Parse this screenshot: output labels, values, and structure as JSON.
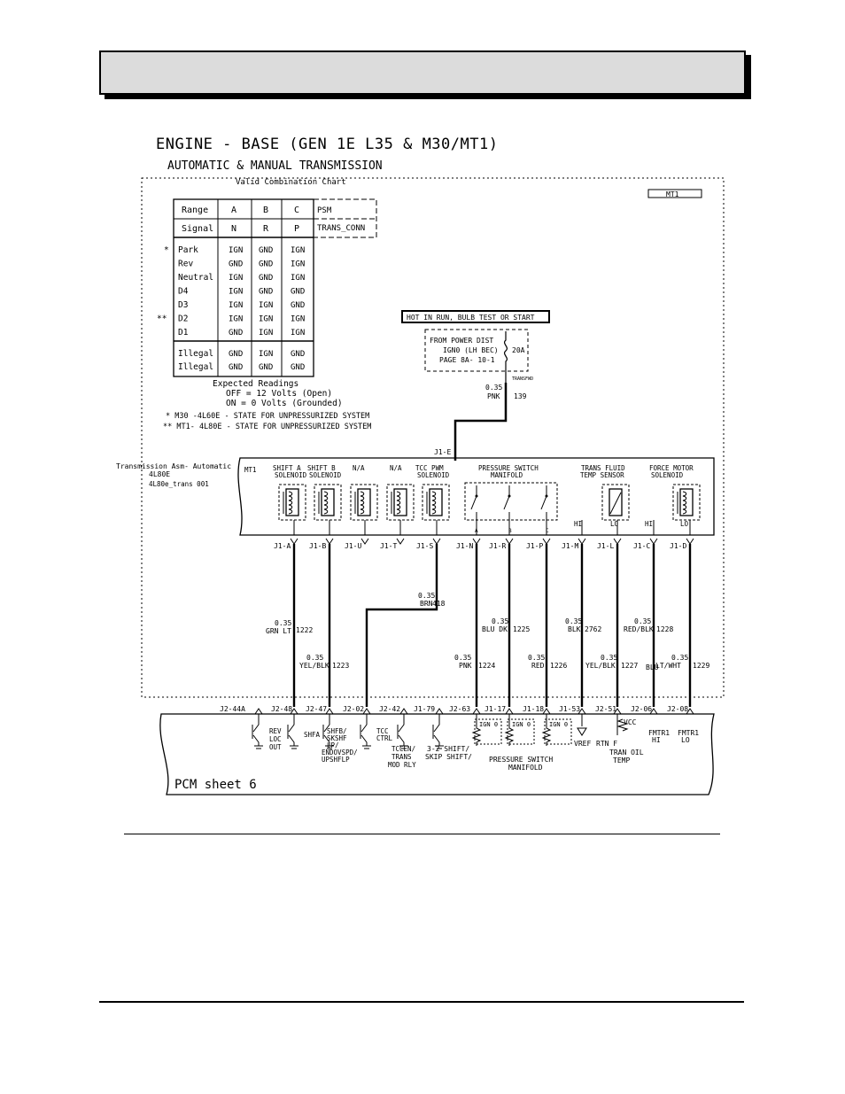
{
  "diagram": {
    "title_main": "ENGINE - BASE (GEN 1E L35 & M30/MT1)",
    "title_sub": "AUTOMATIC & MANUAL TRANSMISSION",
    "chart_caption": "Valid Combination Chart",
    "option_tag": "MT1",
    "combo_table": {
      "row_label_range": "Range",
      "row_label_signal": "Signal",
      "columns": [
        "A",
        "B",
        "C"
      ],
      "signals": [
        "N",
        "R",
        "P"
      ],
      "side_labels": [
        "PSM",
        "TRANS_CONN"
      ],
      "rows": [
        {
          "mark": "*",
          "name": "Park",
          "values": [
            "IGN",
            "GND",
            "IGN"
          ]
        },
        {
          "mark": "",
          "name": "Rev",
          "values": [
            "GND",
            "GND",
            "IGN"
          ]
        },
        {
          "mark": "",
          "name": "Neutral",
          "values": [
            "IGN",
            "GND",
            "IGN"
          ]
        },
        {
          "mark": "",
          "name": "D4",
          "values": [
            "IGN",
            "GND",
            "GND"
          ]
        },
        {
          "mark": "",
          "name": "D3",
          "values": [
            "IGN",
            "IGN",
            "GND"
          ]
        },
        {
          "mark": "**",
          "name": "D2",
          "values": [
            "IGN",
            "IGN",
            "IGN"
          ]
        },
        {
          "mark": "",
          "name": "D1",
          "values": [
            "GND",
            "IGN",
            "IGN"
          ]
        }
      ],
      "illegal_rows": [
        {
          "name": "Illegal",
          "values": [
            "GND",
            "IGN",
            "GND"
          ]
        },
        {
          "name": "Illegal",
          "values": [
            "GND",
            "GND",
            "GND"
          ]
        }
      ],
      "expected_title": "Expected Readings",
      "expected_off": "OFF = 12 Volts (Open)",
      "expected_on": "ON = 0 Volts (Grounded)",
      "note1": "* M30 -4L60E - STATE FOR UNPRESSURIZED SYSTEM",
      "note2": "** MT1- 4L80E - STATE FOR UNPRESSURIZED SYSTEM"
    },
    "power": {
      "hot_label": "HOT IN RUN, BULB TEST OR START",
      "from": "FROM POWER DIST",
      "ign": "IGN0 (LH BEC)",
      "page": "PAGE 8A- 10-1",
      "fuse": "20A",
      "fuse_tag": "TRANSFWD",
      "wire_size": "0.35",
      "wire_color": "PNK",
      "wire_circuit": "139"
    },
    "connector_top": "J1-E",
    "trans_assembly": {
      "label": "Transmission Asm- Automatic",
      "model": "4L80E",
      "model2": "4L80e_trans 001",
      "tag": "MT1",
      "components": [
        {
          "l1": "SHIFT A",
          "l2": "SOLENOID"
        },
        {
          "l1": "SHIFT B",
          "l2": "SOLENOID"
        },
        {
          "l1": "N/A",
          "l2": ""
        },
        {
          "l1": "N/A",
          "l2": ""
        },
        {
          "l1": "TCC PWM",
          "l2": "SOLENOID"
        },
        {
          "l1": "PRESSURE SWITCH",
          "l2": "MANIFOLD"
        },
        {
          "l1": "TRANS FLUID",
          "l2": "TEMP SENSOR"
        },
        {
          "l1": "FORCE MOTOR",
          "l2": "SOLENOID"
        }
      ],
      "pin_hi_1": "HI",
      "pin_lo_1": "LO",
      "pin_hi_2": "HI",
      "pin_lo_2": "LO",
      "psm_pins": [
        "A",
        "B",
        "C"
      ]
    },
    "j1_pins": [
      "J1-A",
      "J1-B",
      "J1-U",
      "J1-T",
      "J1-S",
      "J1-N",
      "J1-R",
      "J1-P",
      "J1-M",
      "J1-L",
      "J1-C",
      "J1-D"
    ],
    "j2_pins": [
      "J2-44A",
      "J2-48",
      "J2-47",
      "J2-02",
      "J2-42",
      "J1-79",
      "J2-63",
      "J1-17",
      "J1-18",
      "J1-53",
      "J2-51",
      "J2-06",
      "J2-08"
    ],
    "wires": [
      {
        "size": "0.35",
        "color": "GRN LT",
        "circuit": "1222"
      },
      {
        "size": "0.35",
        "color": "YEL/BLK",
        "circuit": "1223"
      },
      {
        "size": "0.35",
        "color": "BRN",
        "circuit": "418"
      },
      {
        "size": "0.35",
        "color": "PNK",
        "circuit": "1224"
      },
      {
        "size": "0.35",
        "color": "BLU DK",
        "circuit": "1225"
      },
      {
        "size": "0.35",
        "color": "RED",
        "circuit": "1226"
      },
      {
        "size": "0.35",
        "color": "BLK",
        "circuit": "2762"
      },
      {
        "size": "0.35",
        "color": "YEL/BLK",
        "circuit": "1227"
      },
      {
        "size": "0.35",
        "color": "RED/BLK",
        "circuit": "1228"
      },
      {
        "size": "0.35",
        "color": "LT/WHT",
        "circuit": "1229"
      }
    ],
    "bottom_ref": "BLU",
    "pcm": {
      "label": "PCM sheet 6",
      "rev_loc": [
        "REV",
        "LOC",
        "OUT"
      ],
      "shfa": "SHFA",
      "shfb": [
        "SHFB/",
        "SKSHF",
        "LP/",
        "ENDOVSPD/",
        "UPSHFLP"
      ],
      "tcc": [
        "TCC",
        "CTRL"
      ],
      "tccen": [
        "TCCEN/",
        "TRANS",
        "MOD RLY"
      ],
      "skip": [
        "3-2 SHIFT/",
        "SKIP SHIFT/"
      ],
      "ign": [
        "IGN 0",
        "IGN 0",
        "IGN 0"
      ],
      "psm": [
        "PRESSURE SWITCH",
        "MANIFOLD"
      ],
      "vref": "VREF",
      "rtn": "RTN F",
      "tran_oil": [
        "TRAN OIL",
        "TEMP"
      ],
      "vcc": "VCC",
      "fmtr_hi": [
        "FMTR1",
        "HI"
      ],
      "fmtr_lo": [
        "FMTR1",
        "LO"
      ]
    }
  }
}
